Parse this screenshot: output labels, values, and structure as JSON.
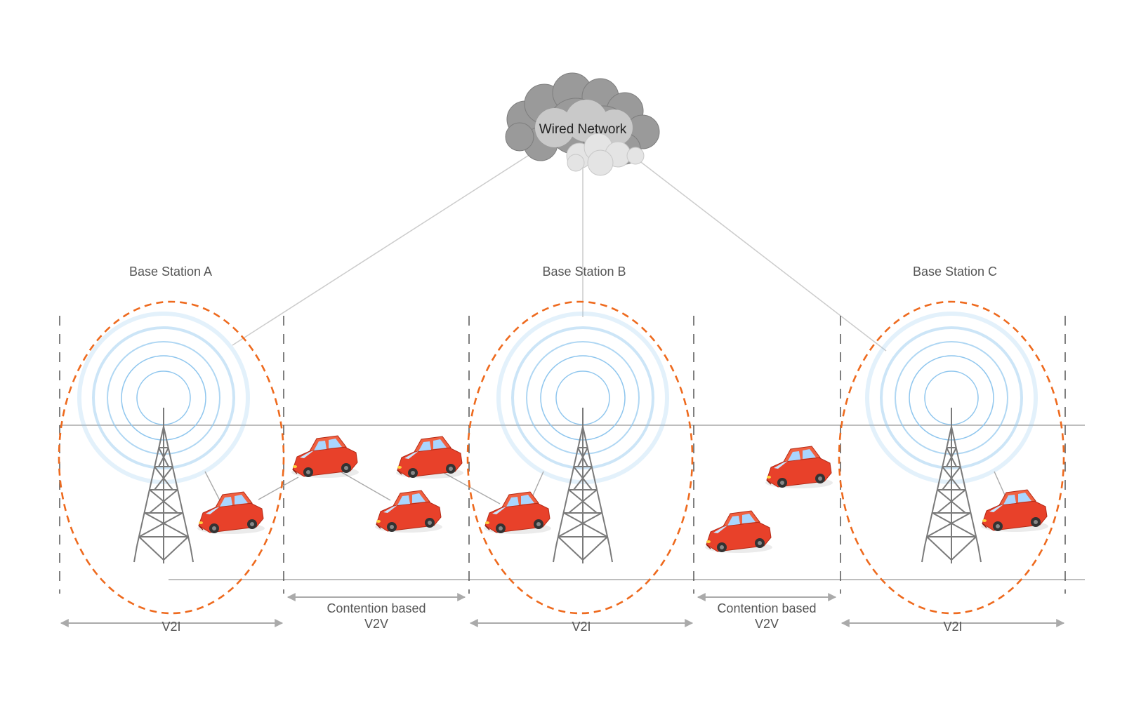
{
  "cloud": {
    "label": "Wired Network"
  },
  "stations": [
    {
      "label": "Base Station A"
    },
    {
      "label": "Base Station B"
    },
    {
      "label": "Base Station C"
    }
  ],
  "zones": [
    {
      "label": "V2I"
    },
    {
      "line1": "Contention based",
      "line2": "V2V"
    },
    {
      "label": "V2I"
    },
    {
      "line1": "Contention based",
      "line2": "V2V"
    },
    {
      "label": "V2I"
    }
  ],
  "colors": {
    "coverage": "#ee6a1e",
    "car": "#e8412a",
    "car_window": "#a9d6ff",
    "tower": "#7a7a7a",
    "signal": "#8fc6ee",
    "link": "#cccccc",
    "road": "#b4b4b4",
    "arrow": "#aaaaaa",
    "cloud_dark": "#9a9a9a",
    "cloud_light": "#d9d9d9"
  },
  "icons": [
    "cloud-icon",
    "tower-icon",
    "signal-rings-icon",
    "car-icon"
  ]
}
